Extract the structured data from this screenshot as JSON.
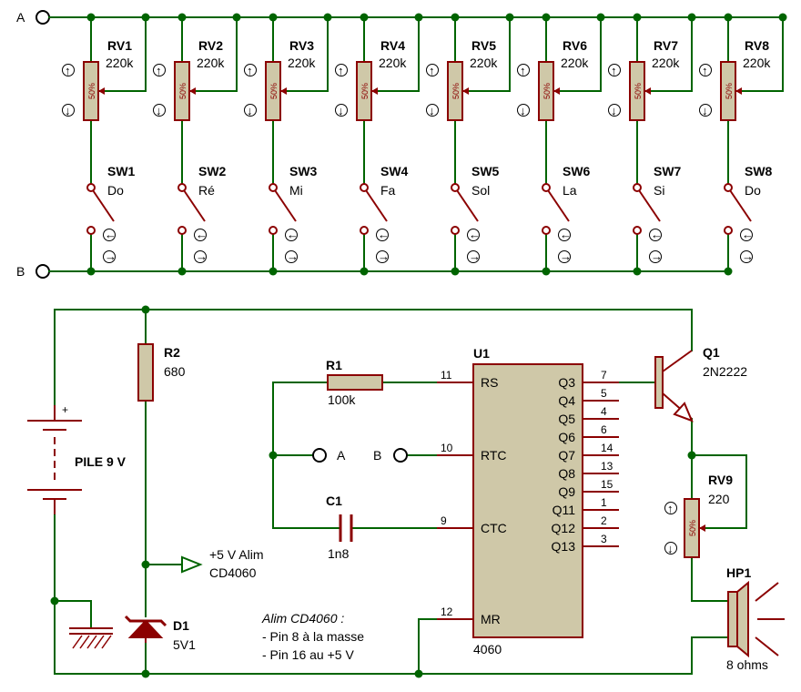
{
  "terminals": {
    "a": "A",
    "b": "B"
  },
  "potentiometers": [
    {
      "ref": "RV1",
      "value": "220k",
      "pct": "50%"
    },
    {
      "ref": "RV2",
      "value": "220k",
      "pct": "50%"
    },
    {
      "ref": "RV3",
      "value": "220k",
      "pct": "50%"
    },
    {
      "ref": "RV4",
      "value": "220k",
      "pct": "50%"
    },
    {
      "ref": "RV5",
      "value": "220k",
      "pct": "50%"
    },
    {
      "ref": "RV6",
      "value": "220k",
      "pct": "50%"
    },
    {
      "ref": "RV7",
      "value": "220k",
      "pct": "50%"
    },
    {
      "ref": "RV8",
      "value": "220k",
      "pct": "50%"
    }
  ],
  "switches": [
    {
      "ref": "SW1",
      "note": "Do"
    },
    {
      "ref": "SW2",
      "note": "Ré"
    },
    {
      "ref": "SW3",
      "note": "Mi"
    },
    {
      "ref": "SW4",
      "note": "Fa"
    },
    {
      "ref": "SW5",
      "note": "Sol"
    },
    {
      "ref": "SW6",
      "note": "La"
    },
    {
      "ref": "SW7",
      "note": "Si"
    },
    {
      "ref": "SW8",
      "note": "Do"
    }
  ],
  "symbols": {
    "up": "↑",
    "down": "↓",
    "left": "←",
    "right": "→",
    "plus": "+"
  },
  "battery": {
    "label": "PILE 9 V"
  },
  "r2": {
    "ref": "R2",
    "value": "680"
  },
  "r1": {
    "ref": "R1",
    "value": "100k"
  },
  "c1": {
    "ref": "C1",
    "value": "1n8"
  },
  "d1": {
    "ref": "D1",
    "value": "5V1"
  },
  "supply_label": {
    "line1": "+5 V Alim",
    "line2": "CD4060"
  },
  "chip": {
    "ref": "U1",
    "value": "4060",
    "left_pins": [
      {
        "name": "RS",
        "num": "11"
      },
      {
        "name": "RTC",
        "num": "10"
      },
      {
        "name": "CTC",
        "num": "9"
      },
      {
        "name": "MR",
        "num": "12"
      }
    ],
    "right_pins": [
      {
        "name": "Q3",
        "num": "7"
      },
      {
        "name": "Q4",
        "num": "5"
      },
      {
        "name": "Q5",
        "num": "4"
      },
      {
        "name": "Q6",
        "num": "6"
      },
      {
        "name": "Q7",
        "num": "14"
      },
      {
        "name": "Q8",
        "num": "13"
      },
      {
        "name": "Q9",
        "num": "15"
      },
      {
        "name": "Q11",
        "num": "1"
      },
      {
        "name": "Q12",
        "num": "2"
      },
      {
        "name": "Q13",
        "num": "3"
      }
    ]
  },
  "probe_labels": {
    "a": "A",
    "b": "B"
  },
  "q1": {
    "ref": "Q1",
    "value": "2N2222"
  },
  "rv9": {
    "ref": "RV9",
    "value": "220",
    "pct": "50%"
  },
  "hp1": {
    "ref": "HP1",
    "value": "8 ohms"
  },
  "note": {
    "line1": "Alim CD4060 :",
    "line2": "- Pin 8 à la masse",
    "line3": "- Pin 16 au +5 V"
  }
}
